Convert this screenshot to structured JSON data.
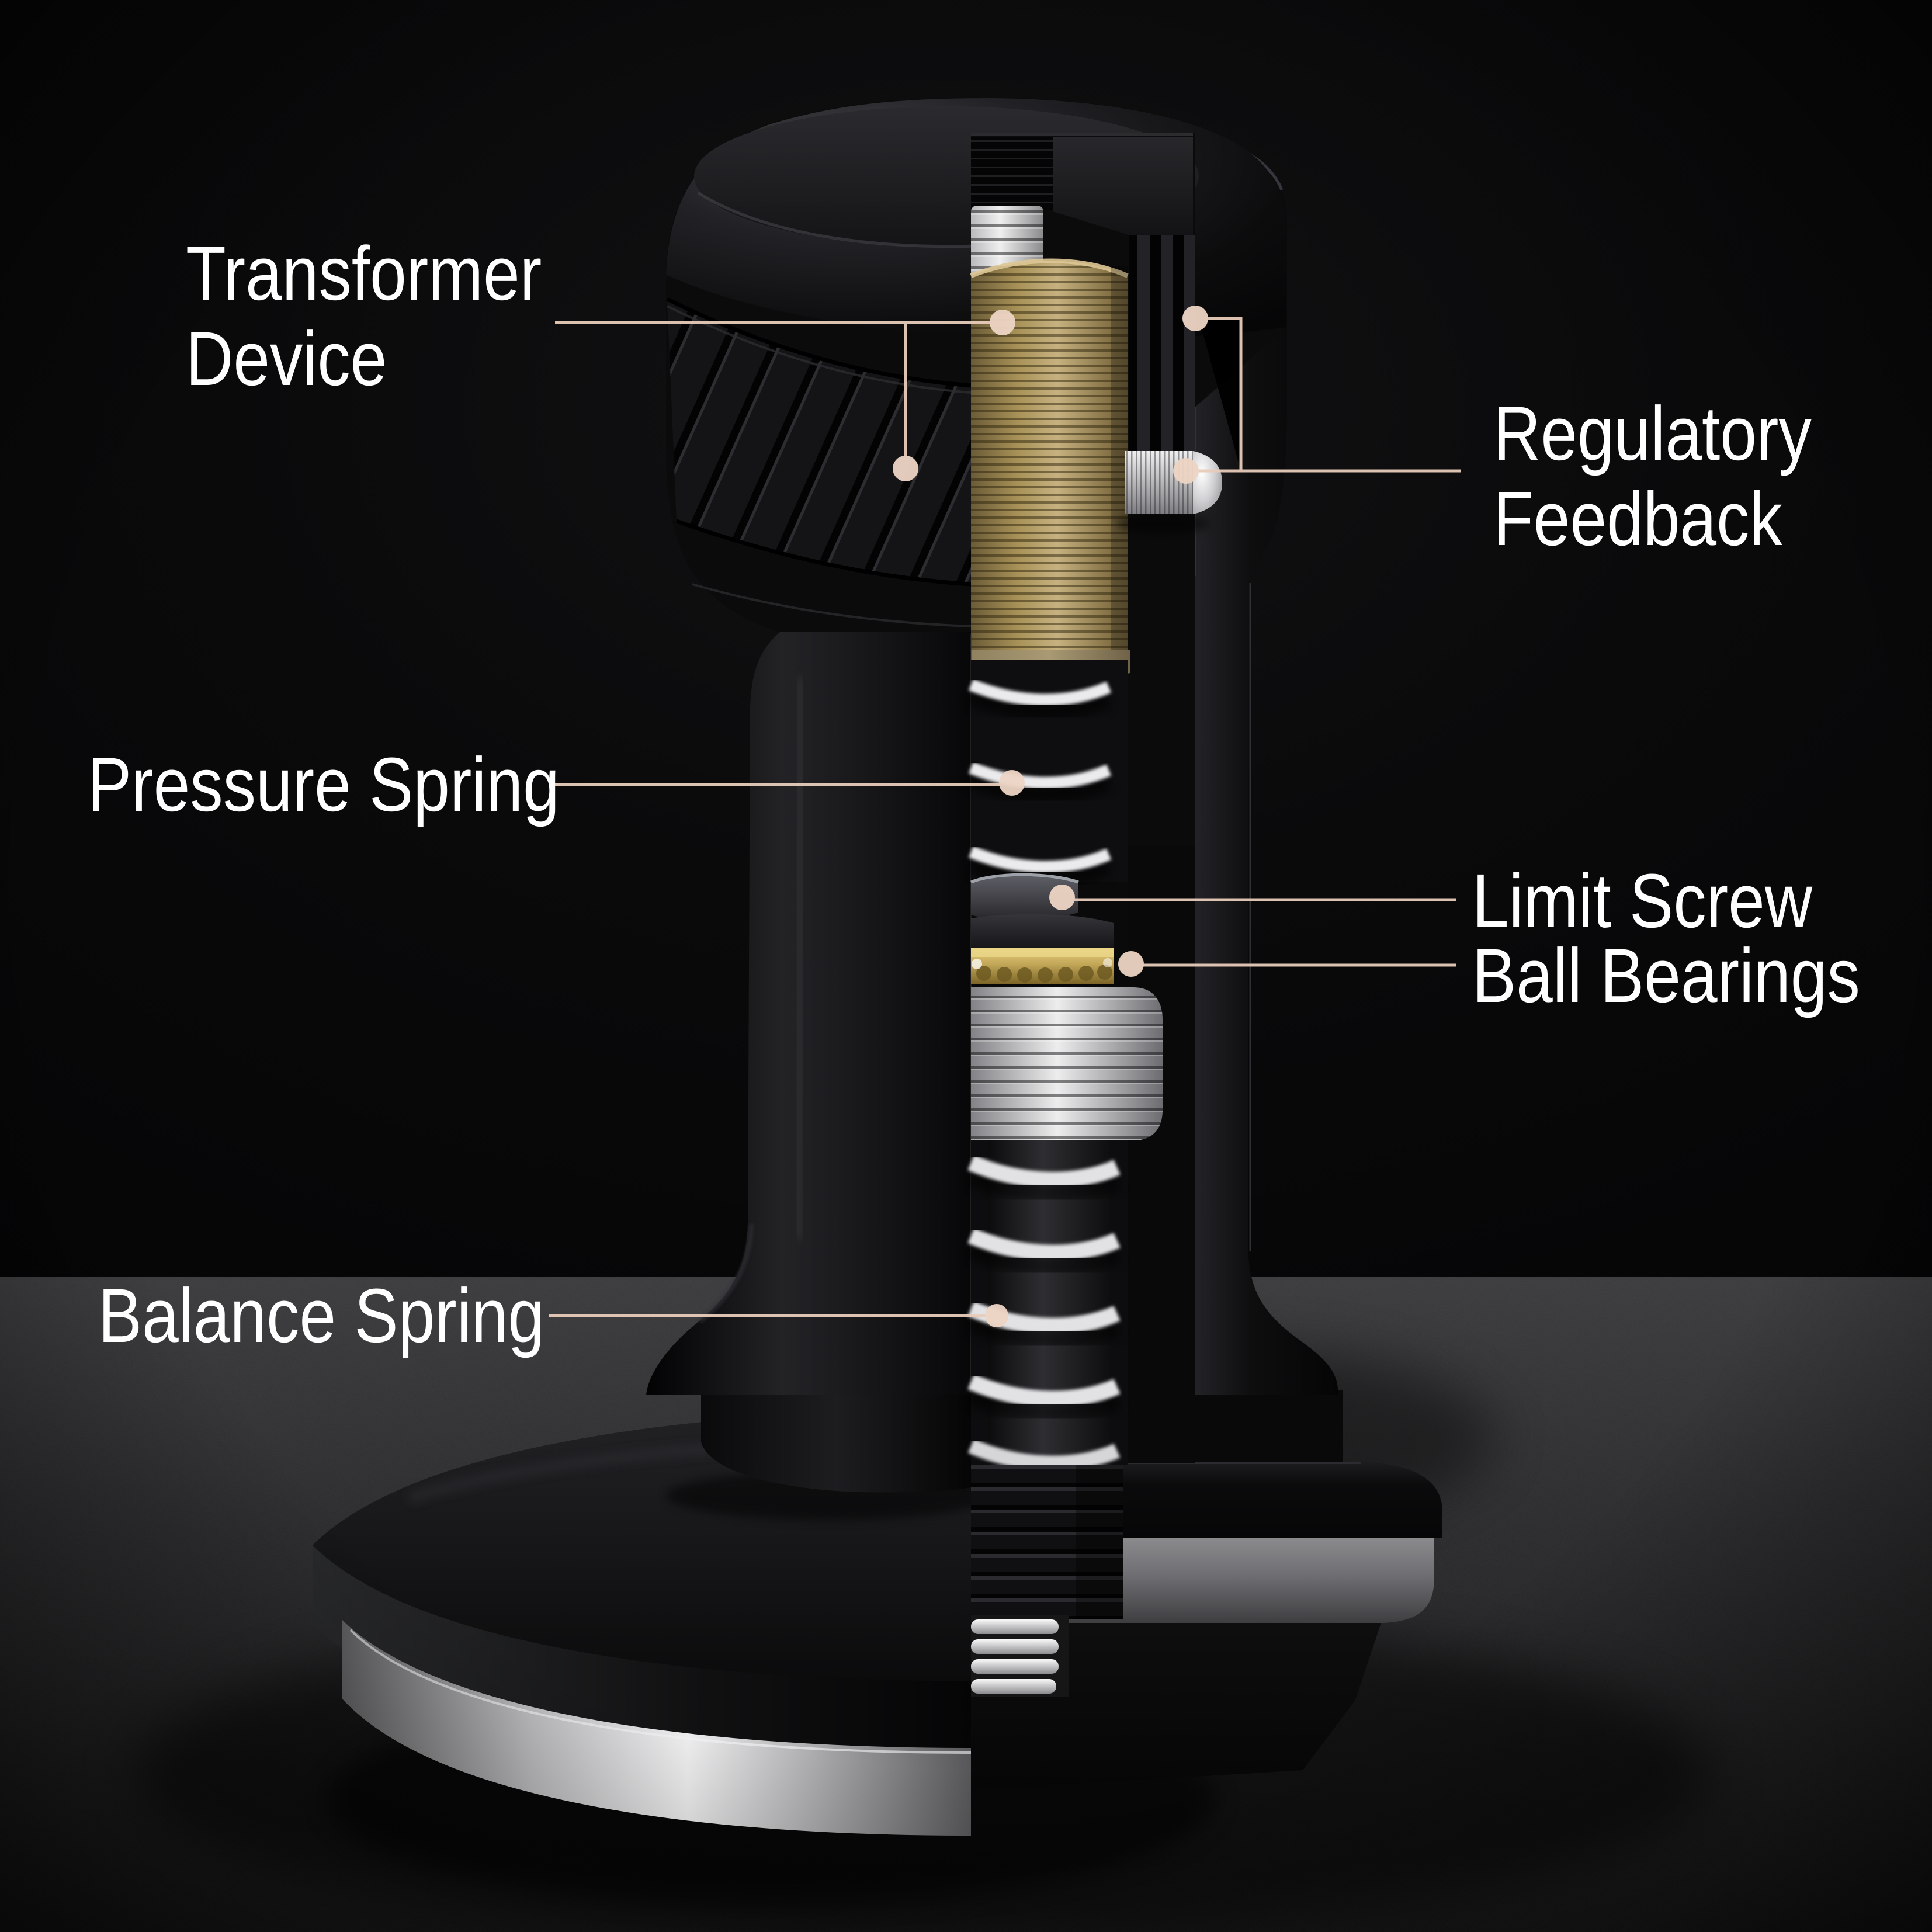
{
  "diagram": {
    "kind": "cutaway-annotation",
    "callouts": {
      "transformer": {
        "line1": "Transformer",
        "line2": "Device"
      },
      "regulatory": {
        "line1": "Regulatory",
        "line2": "Feedback"
      },
      "pressure": {
        "text": "Pressure Spring"
      },
      "limit": {
        "text": "Limit Screw"
      },
      "bearings": {
        "text": "Ball Bearings"
      },
      "balance": {
        "text": "Balance Spring"
      }
    },
    "colors": {
      "background": "#070708",
      "floor": "#323234",
      "leader": "#e8ccba",
      "label_text": "#ffffff",
      "coil_gold": "#c2ab7a",
      "bearing_gold": "#c9ad5e",
      "metal_silver": "#e8e8ea",
      "brass_ring": "#a4946f"
    }
  }
}
